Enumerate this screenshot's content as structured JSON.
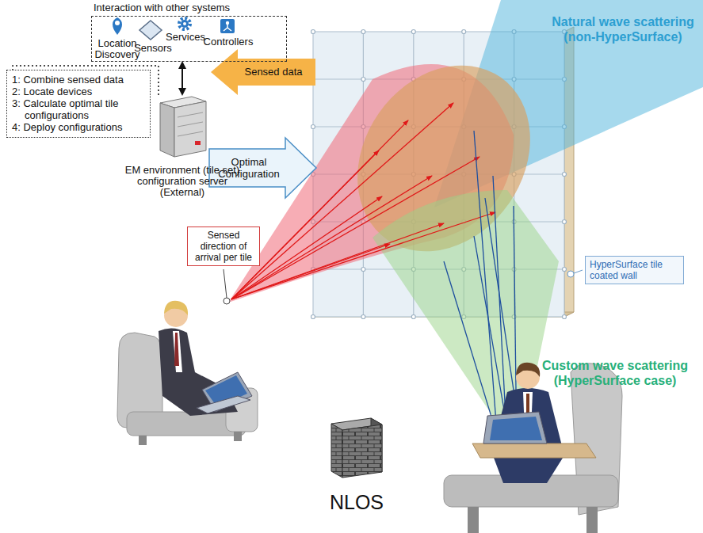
{
  "diagram": {
    "nodes": [
      {
        "text": [
          "Interaction with other systems"
        ]
      },
      {
        "text": [
          "1: Combine sensed data",
          "2: Locate devices",
          "3: Calculate optimal tile configurations",
          "4: Deploy configurations"
        ]
      },
      {
        "text": [
          "EM environment (tile set) configuration server (External)"
        ]
      },
      {
        "text": [
          "Sensed direction of arrival per tile"
        ]
      },
      {
        "text": [
          "HyperSurface tile coated wall"
        ]
      }
    ],
    "edges": [
      {
        "from": 0,
        "to": 2,
        "arrow": "both"
      },
      {
        "from": 2,
        "to": 1,
        "arrow": "none"
      }
    ],
    "labels": [
      "Location Discovery",
      "Sensors",
      "Services",
      "Controllers",
      "Sensed data",
      "Optimal Configuration",
      "Natural wave scattering (non-HyperSurface)",
      "Custom wave scattering (HyperSurface case)",
      "NLOS"
    ]
  }
}
